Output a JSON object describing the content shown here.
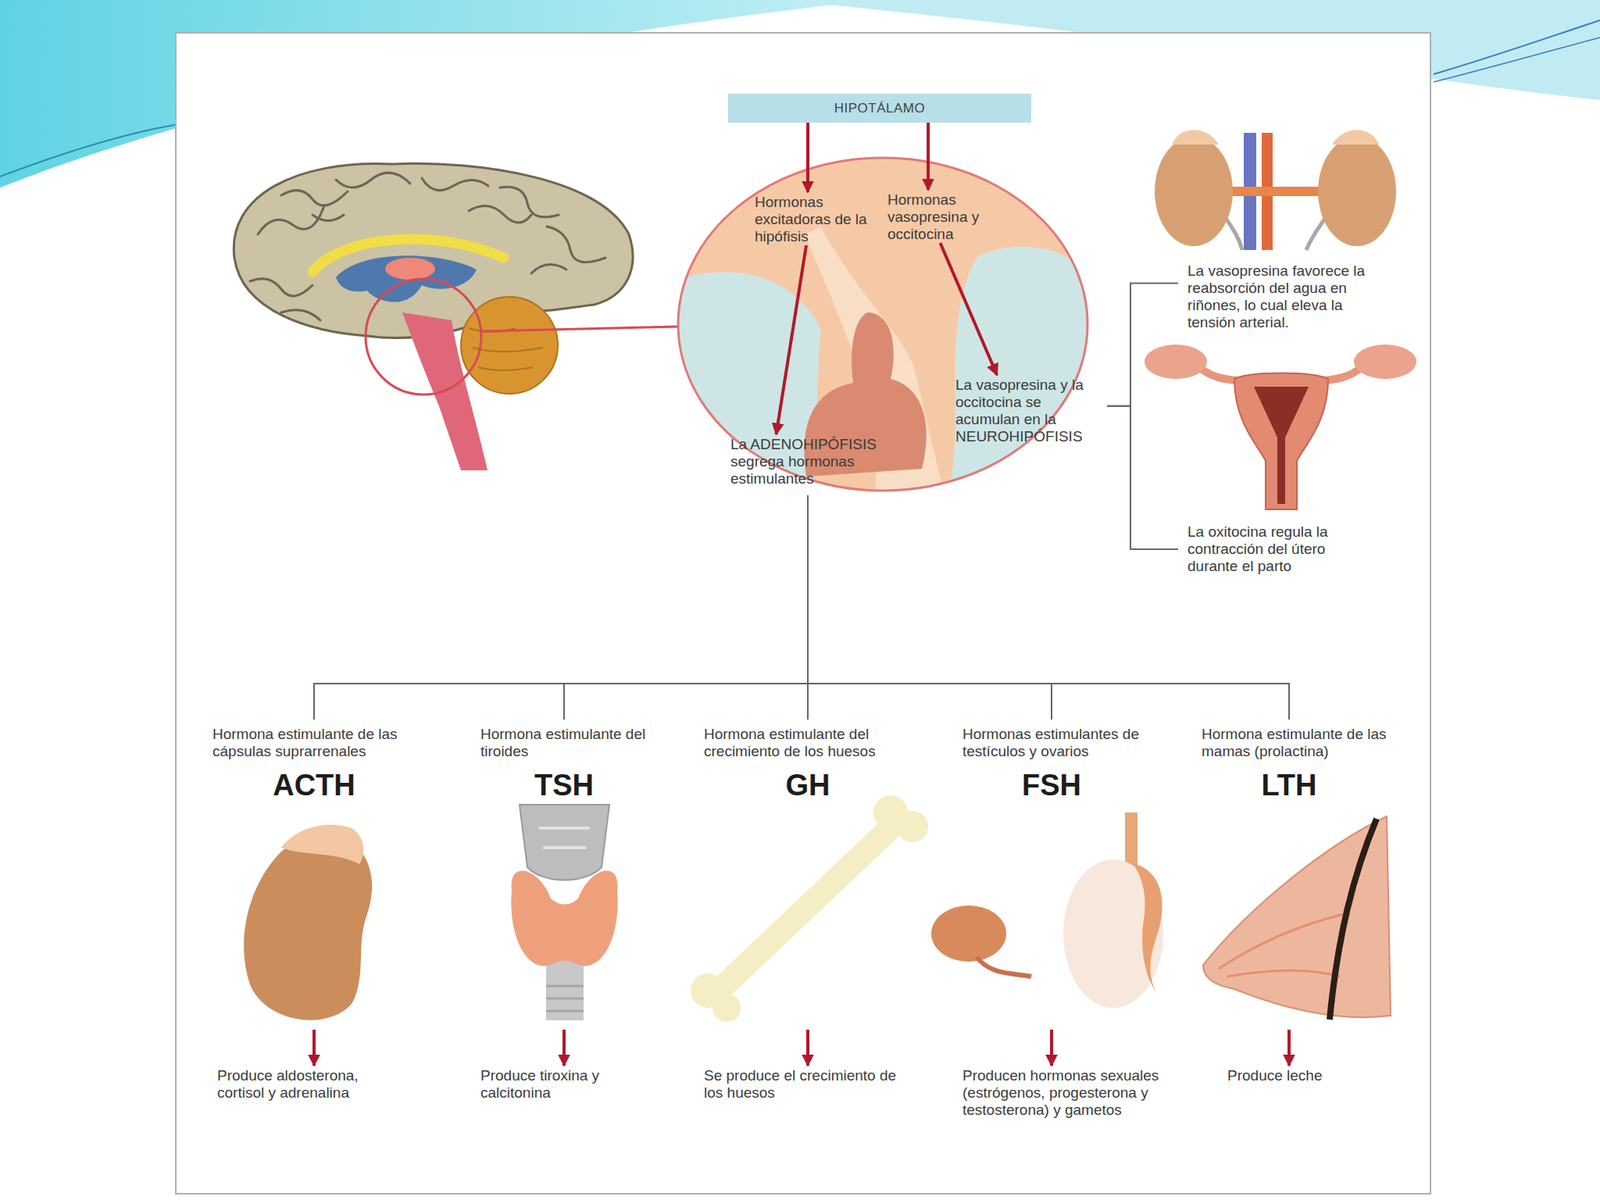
{
  "diagram": {
    "nodes": [
      {
        "text": [
          "HIPOTÁLAMO"
        ]
      },
      {
        "text": [
          "Hormonas excitadoras de la hipófisis"
        ]
      },
      {
        "text": [
          "Hormonas vasopresina y occitocina"
        ]
      },
      {
        "text": [
          "La vasopresina favorece la reabsorción del agua en riñones, lo cual eleva la tensión arterial."
        ]
      },
      {
        "text": [
          "La vasopresina y la occitocina se acumulan en la NEUROHIPÓFISIS"
        ]
      },
      {
        "text": [
          "La ADENOHIPÓFISIS segrega hormonas estimulantes"
        ]
      },
      {
        "text": [
          "La oxitocina regula la contracción del útero durante el parto"
        ]
      },
      {
        "text": [
          "Hormona estimulante de las cápsulas suprarrenales",
          "ACTH"
        ]
      },
      {
        "text": [
          "Hormona estimulante del tiroides",
          "TSH"
        ]
      },
      {
        "text": [
          "Hormona estimulante del crecimiento de los huesos",
          "GH"
        ]
      },
      {
        "text": [
          "Hormonas estimulantes de testículos y ovarios",
          "FSH"
        ]
      },
      {
        "text": [
          "Hormona estimulante de las mamas (prolactina)",
          "LTH"
        ]
      },
      {
        "text": [
          "Produce aldosterona, cortisol y adrenalina"
        ]
      },
      {
        "text": [
          "Produce tiroxina y calcitonina"
        ]
      },
      {
        "text": [
          "Se produce el crecimiento de los huesos"
        ]
      },
      {
        "text": [
          "Producen hormonas sexuales (estrógenos, progesterona y testosterona) y gametos"
        ]
      },
      {
        "text": [
          "Produce leche"
        ]
      }
    ],
    "edges": [
      {
        "from": 0,
        "to": 1,
        "arrow": "to"
      },
      {
        "from": 0,
        "to": 2,
        "arrow": "to"
      },
      {
        "from": 1,
        "to": 5,
        "arrow": "to"
      },
      {
        "from": 2,
        "to": 4,
        "arrow": "to"
      },
      {
        "from": 4,
        "to": 3,
        "arrow": "none"
      },
      {
        "from": 4,
        "to": 6,
        "arrow": "none"
      },
      {
        "from": 5,
        "to": 7,
        "arrow": "none"
      },
      {
        "from": 5,
        "to": 8,
        "arrow": "none"
      },
      {
        "from": 5,
        "to": 9,
        "arrow": "none"
      },
      {
        "from": 5,
        "to": 10,
        "arrow": "none"
      },
      {
        "from": 5,
        "to": 11,
        "arrow": "none"
      },
      {
        "from": 7,
        "to": 12,
        "arrow": "to"
      },
      {
        "from": 8,
        "to": 13,
        "arrow": "to"
      },
      {
        "from": 9,
        "to": 14,
        "arrow": "to"
      },
      {
        "from": 10,
        "to": 15,
        "arrow": "to"
      },
      {
        "from": 11,
        "to": 16,
        "arrow": "to"
      }
    ]
  }
}
